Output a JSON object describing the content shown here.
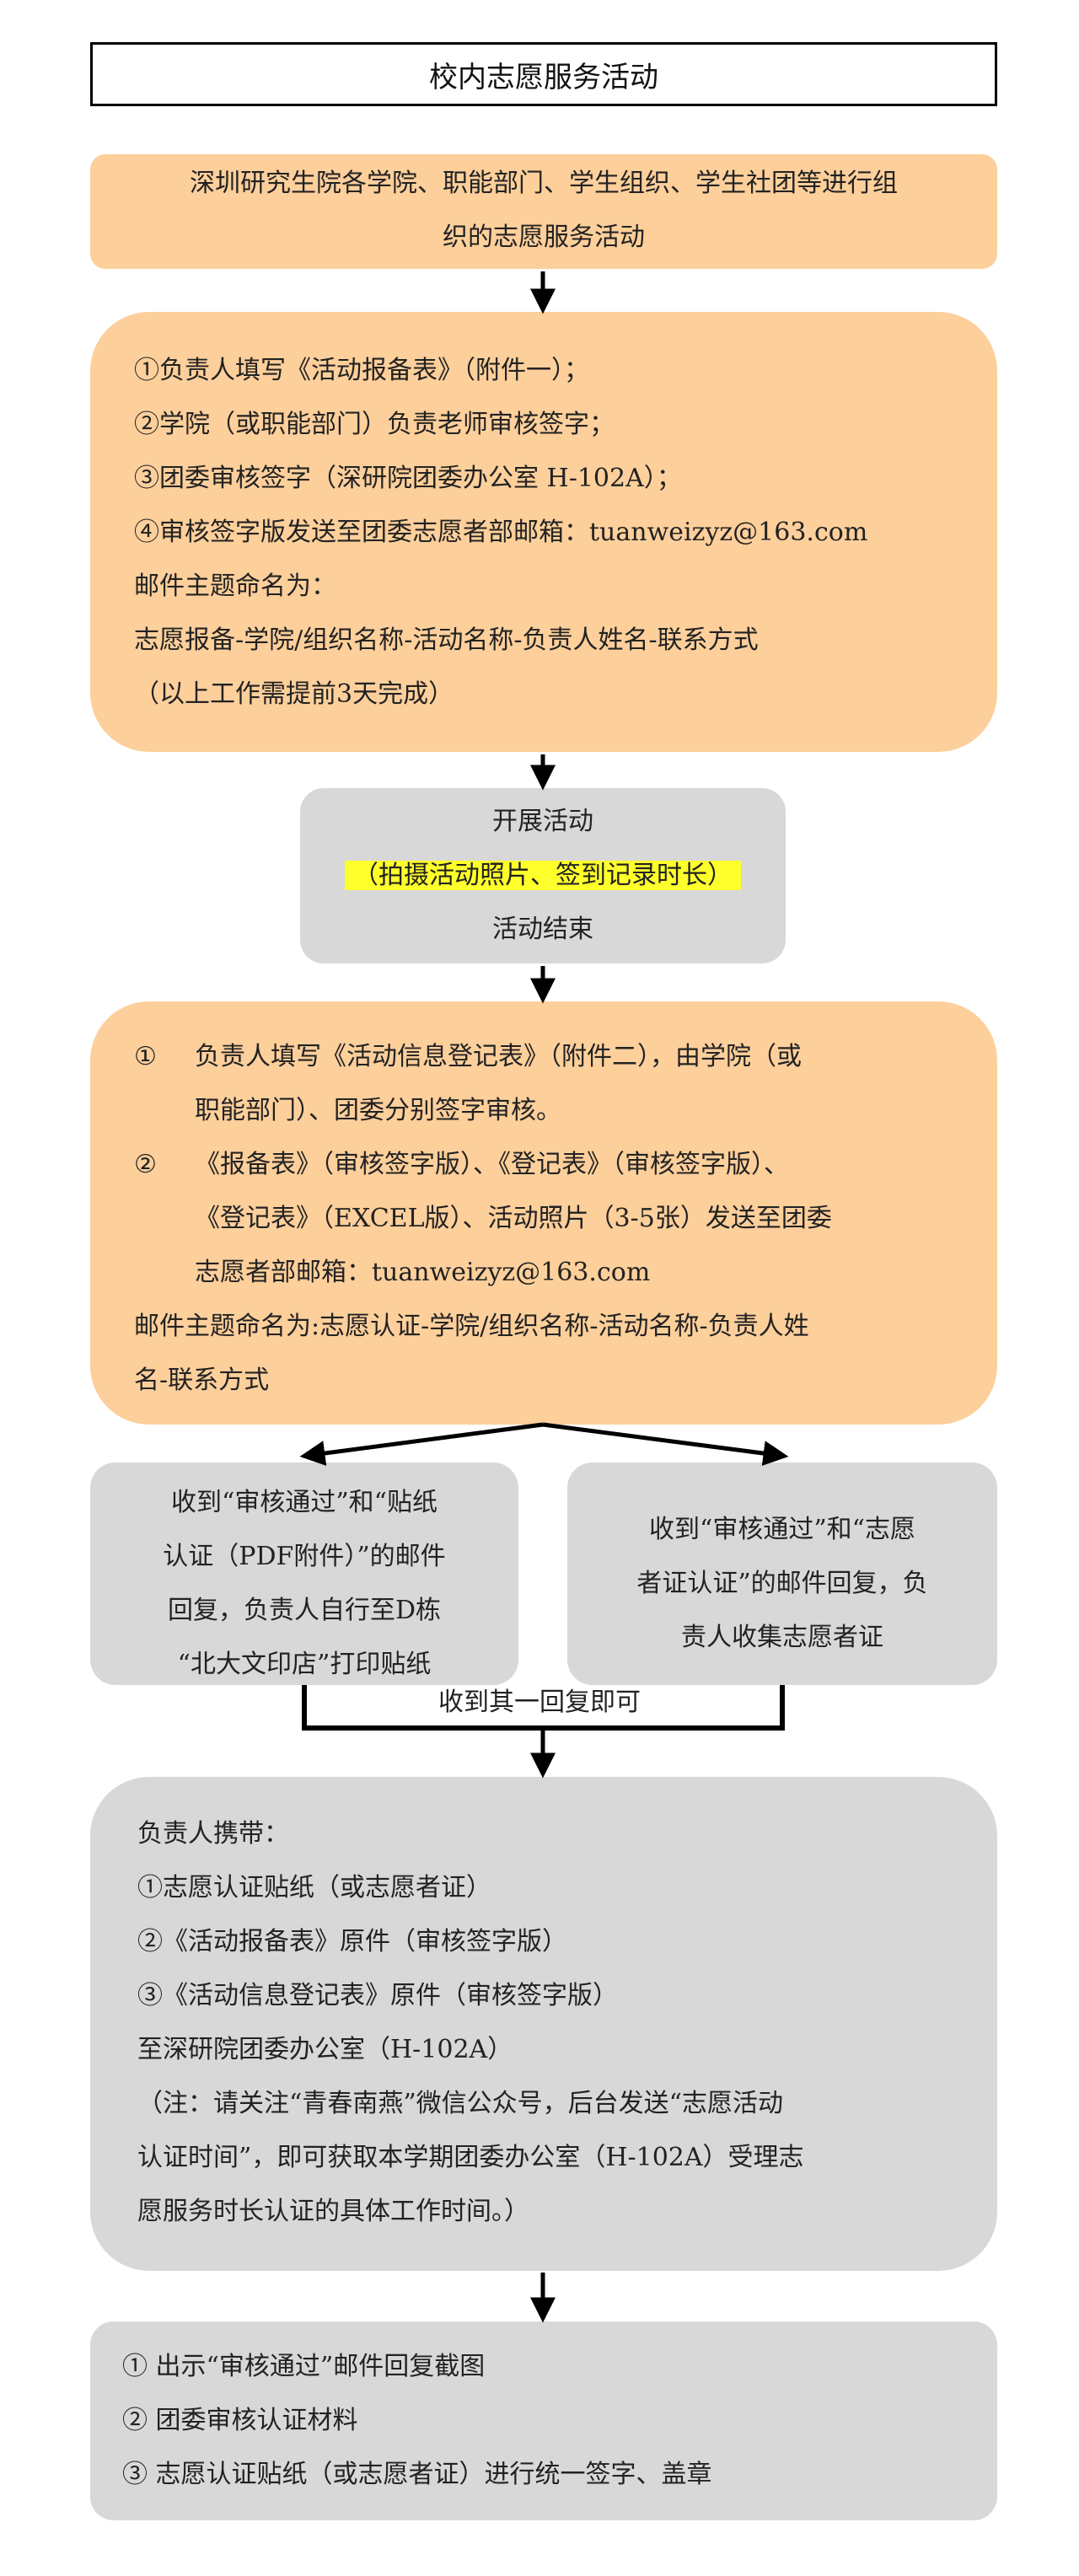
{
  "title": "校内志愿服务活动",
  "step1": {
    "lines": [
      "深圳研究生院各学院、职能部门、学生组织、学生社团等进行组",
      "织的志愿服务活动"
    ]
  },
  "step2": {
    "lines": [
      "①负责人填写《活动报备表》（附件一）；",
      "②学院（或职能部门）负责老师审核签字；",
      "③团委审核签字（深研院团委办公室 H-102A）；",
      "④审核签字版发送至团委志愿者部邮箱：tuanweizyz@163.com",
      "邮件主题命名为：",
      "志愿报备-学院/组织名称-活动名称-负责人姓名-联系方式",
      "（以上工作需提前3天完成）"
    ]
  },
  "step3": {
    "start": "开展活动",
    "highlight": "（拍摄活动照片、签到记录时长）",
    "end": "活动结束"
  },
  "step4": {
    "item1_num": "①",
    "item1_line1": "负责人填写《活动信息登记表》（附件二），由学院（或",
    "item1_line2": "职能部门）、团委分别签字审核。",
    "item2_num": "②",
    "item2_line1": "《报备表》（审核签字版）、《登记表》（审核签字版）、",
    "item2_line2": "《登记表》（EXCEL版）、活动照片（3-5张）发送至团委",
    "item2_line3": "志愿者部邮箱：tuanweizyz@163.com",
    "footer_line1": "邮件主题命名为:志愿认证-学院/组织名称-活动名称-负责人姓",
    "footer_line2": "名-联系方式"
  },
  "branch_left": {
    "lines": [
      "收到“审核通过”和“贴纸",
      "认证（PDF附件）”的邮件",
      "回复，负责人自行至D栋",
      "“北大文印店”打印贴纸"
    ]
  },
  "branch_right": {
    "lines": [
      "收到“审核通过”和“志愿",
      "者证认证”的邮件回复，负",
      "责人收集志愿者证"
    ]
  },
  "merge_label": "收到其一回复即可",
  "step5": {
    "lines": [
      "负责人携带：",
      "①志愿认证贴纸（或志愿者证）",
      "②《活动报备表》原件（审核签字版）",
      "③《活动信息登记表》原件（审核签字版）",
      "至深研院团委办公室（H-102A）",
      "（注：请关注“青春南燕”微信公众号，后台发送“志愿活动",
      "认证时间”，即可获取本学期团委办公室（H-102A）受理志",
      "愿服务时长认证的具体工作时间。）"
    ]
  },
  "step6": {
    "lines": [
      "①  出示“审核通过”邮件回复截图",
      "②  团委审核认证材料",
      "③  志愿认证贴纸（或志愿者证）进行统一签字、盖章"
    ]
  },
  "colors": {
    "orange_box": "#fdcf9b",
    "gray_box": "#d8d8d8",
    "highlight": "#ffff2b",
    "arrow": "#000000"
  }
}
